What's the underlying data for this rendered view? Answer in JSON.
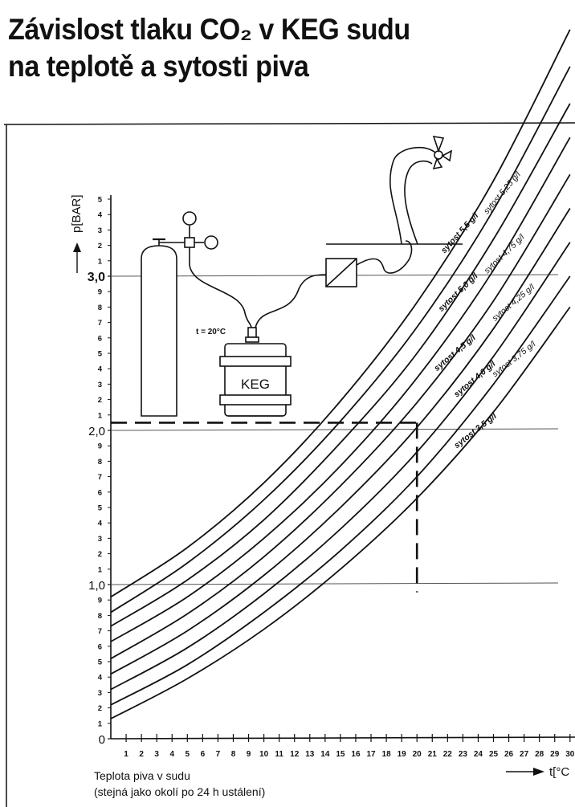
{
  "title": {
    "line1": "Závislost tlaku CO₂ v KEG sudu",
    "line2": "na teplotě a sytosti piva"
  },
  "diagram": {
    "keg_label": "KEG",
    "temp_note": "t = 20°C"
  },
  "chart_data": {
    "type": "line",
    "title": "Závislost tlaku CO₂ v KEG sudu na teplotě a sytosti piva",
    "xlabel": "Teplota piva v sudu",
    "xlabel_note": "(stejná jako okolí po 24 h ustálení)",
    "x_unit_label": "t[°C",
    "ylabel": "p[BAR]",
    "x_ticks": [
      1,
      2,
      3,
      4,
      5,
      6,
      7,
      8,
      9,
      10,
      11,
      12,
      13,
      14,
      15,
      16,
      17,
      18,
      19,
      20,
      21,
      22,
      23,
      24,
      25,
      26,
      27,
      28,
      29,
      30
    ],
    "y_major_ticks": [
      "0",
      "1,0",
      "2,0",
      "3,0"
    ],
    "y_minor_ticks": [
      "1",
      "2",
      "3",
      "4",
      "5",
      "6",
      "7",
      "8",
      "9"
    ],
    "xlim": [
      0,
      30
    ],
    "ylim": [
      0,
      3.5
    ],
    "grid": false,
    "x": [
      0,
      5,
      10,
      15,
      20,
      25,
      30
    ],
    "series": [
      {
        "name": "sytost 3,5 g/l",
        "label": "sytost 3,5 g/l",
        "values": [
          0.13,
          0.39,
          0.71,
          1.1,
          1.56,
          2.12,
          2.8
        ]
      },
      {
        "name": "sytost 3,75 g/l",
        "label": "sytost 3,75 g/l",
        "values": [
          0.22,
          0.48,
          0.82,
          1.22,
          1.7,
          2.3,
          3.0
        ]
      },
      {
        "name": "sytost 4,0 g/l",
        "label": "sytost 4,0 g/l",
        "values": [
          0.32,
          0.59,
          0.94,
          1.36,
          1.86,
          2.48,
          3.22
        ]
      },
      {
        "name": "sytost 4,25 g/l",
        "label": "sytost 4,25 g/l",
        "values": [
          0.42,
          0.7,
          1.06,
          1.5,
          2.02,
          2.66,
          3.44
        ]
      },
      {
        "name": "sytost 4,5 g/l",
        "label": "sytost 4,5 g/l",
        "values": [
          0.52,
          0.81,
          1.18,
          1.64,
          2.18,
          2.84,
          3.66
        ]
      },
      {
        "name": "sytost 4,75 g/l",
        "label": "sytost 4,75 g/l",
        "values": [
          0.63,
          0.92,
          1.3,
          1.77,
          2.34,
          3.04,
          3.9
        ]
      },
      {
        "name": "sytost 5,0 g/l",
        "label": "sytost 5,0 g/l",
        "values": [
          0.73,
          1.03,
          1.42,
          1.92,
          2.5,
          3.24,
          4.12
        ]
      },
      {
        "name": "sytost 5,25 g/l",
        "label": "sytost 5,25 g/l",
        "values": [
          0.82,
          1.14,
          1.55,
          2.06,
          2.67,
          3.43,
          4.36
        ]
      },
      {
        "name": "sytost 5,5 g/l",
        "label": "sytost 5,5 g/l",
        "values": [
          0.92,
          1.24,
          1.66,
          2.19,
          2.83,
          3.62,
          4.6
        ]
      }
    ],
    "reference_lines": {
      "horizontal": [
        1.0,
        2.0,
        3.0
      ],
      "example_temperature": 20,
      "example_pressure": 2.05
    }
  }
}
